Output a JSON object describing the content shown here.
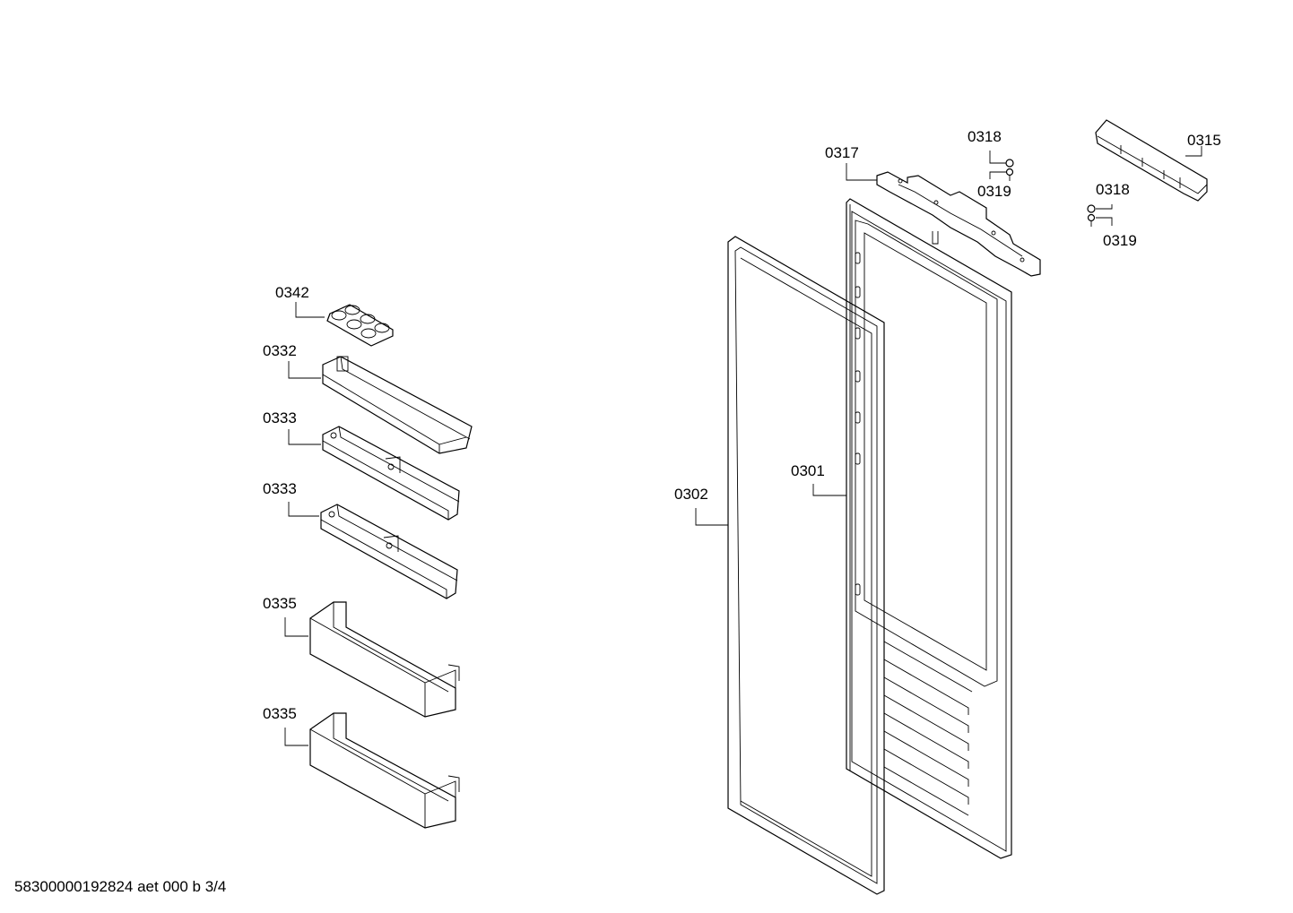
{
  "labels": {
    "l0342": "0342",
    "l0332": "0332",
    "l0333a": "0333",
    "l0333b": "0333",
    "l0335a": "0335",
    "l0335b": "0335",
    "l0302": "0302",
    "l0301": "0301",
    "l0317": "0317",
    "l0318a": "0318",
    "l0319a": "0319",
    "l0318b": "0318",
    "l0319b": "0319",
    "l0315": "0315"
  },
  "footer": {
    "drawing_code": "58300000192824 aet 000 b 3/4"
  },
  "colors": {
    "line": "#000000",
    "background": "#ffffff"
  }
}
